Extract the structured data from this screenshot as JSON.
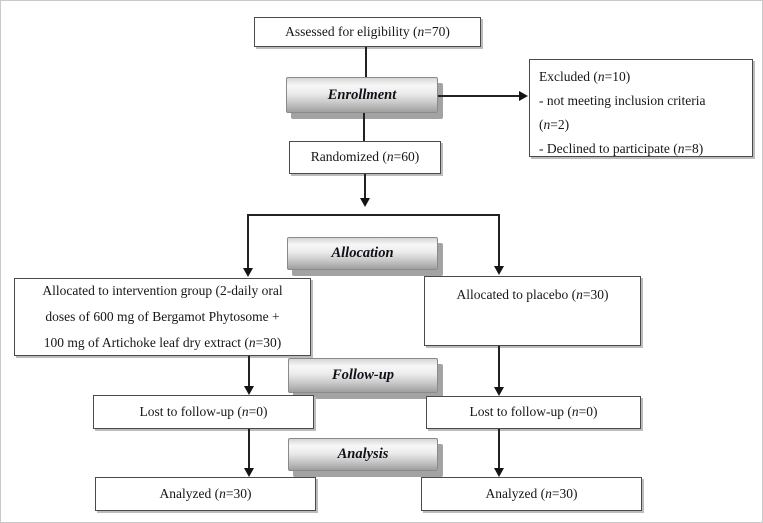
{
  "diagram": {
    "type": "consort-flow",
    "phases": {
      "enrollment_label": "Enrollment",
      "allocation_label": "Allocation",
      "followup_label": "Follow-up",
      "analysis_label": "Analysis"
    },
    "nodes": {
      "assessed": "Assessed for eligibility (n=70)",
      "excluded": {
        "lines": [
          "Excluded (n=10)",
          "- not meeting inclusion criteria",
          "(n=2)",
          "- Declined to participate (n=8)"
        ]
      },
      "randomized": "Randomized (n=60)",
      "alloc_left": {
        "lines": [
          "Allocated to intervention group (2-daily oral",
          "doses of 600 mg of Bergamot Phytosome +",
          "100 mg of Artichoke leaf dry extract (n=30)"
        ]
      },
      "alloc_right": "Allocated to placebo (n=30)",
      "lost_left": "Lost to follow-up (n=0)",
      "lost_right": "Lost to follow-up (n=0)",
      "analyzed_left": "Analyzed (n=30)",
      "analyzed_right": "Analyzed (n=30)"
    },
    "colors": {
      "box_border": "#4a4a4a",
      "phase_shadow": "#a3a3a3",
      "line": "#222222",
      "background": "#ffffff"
    }
  }
}
